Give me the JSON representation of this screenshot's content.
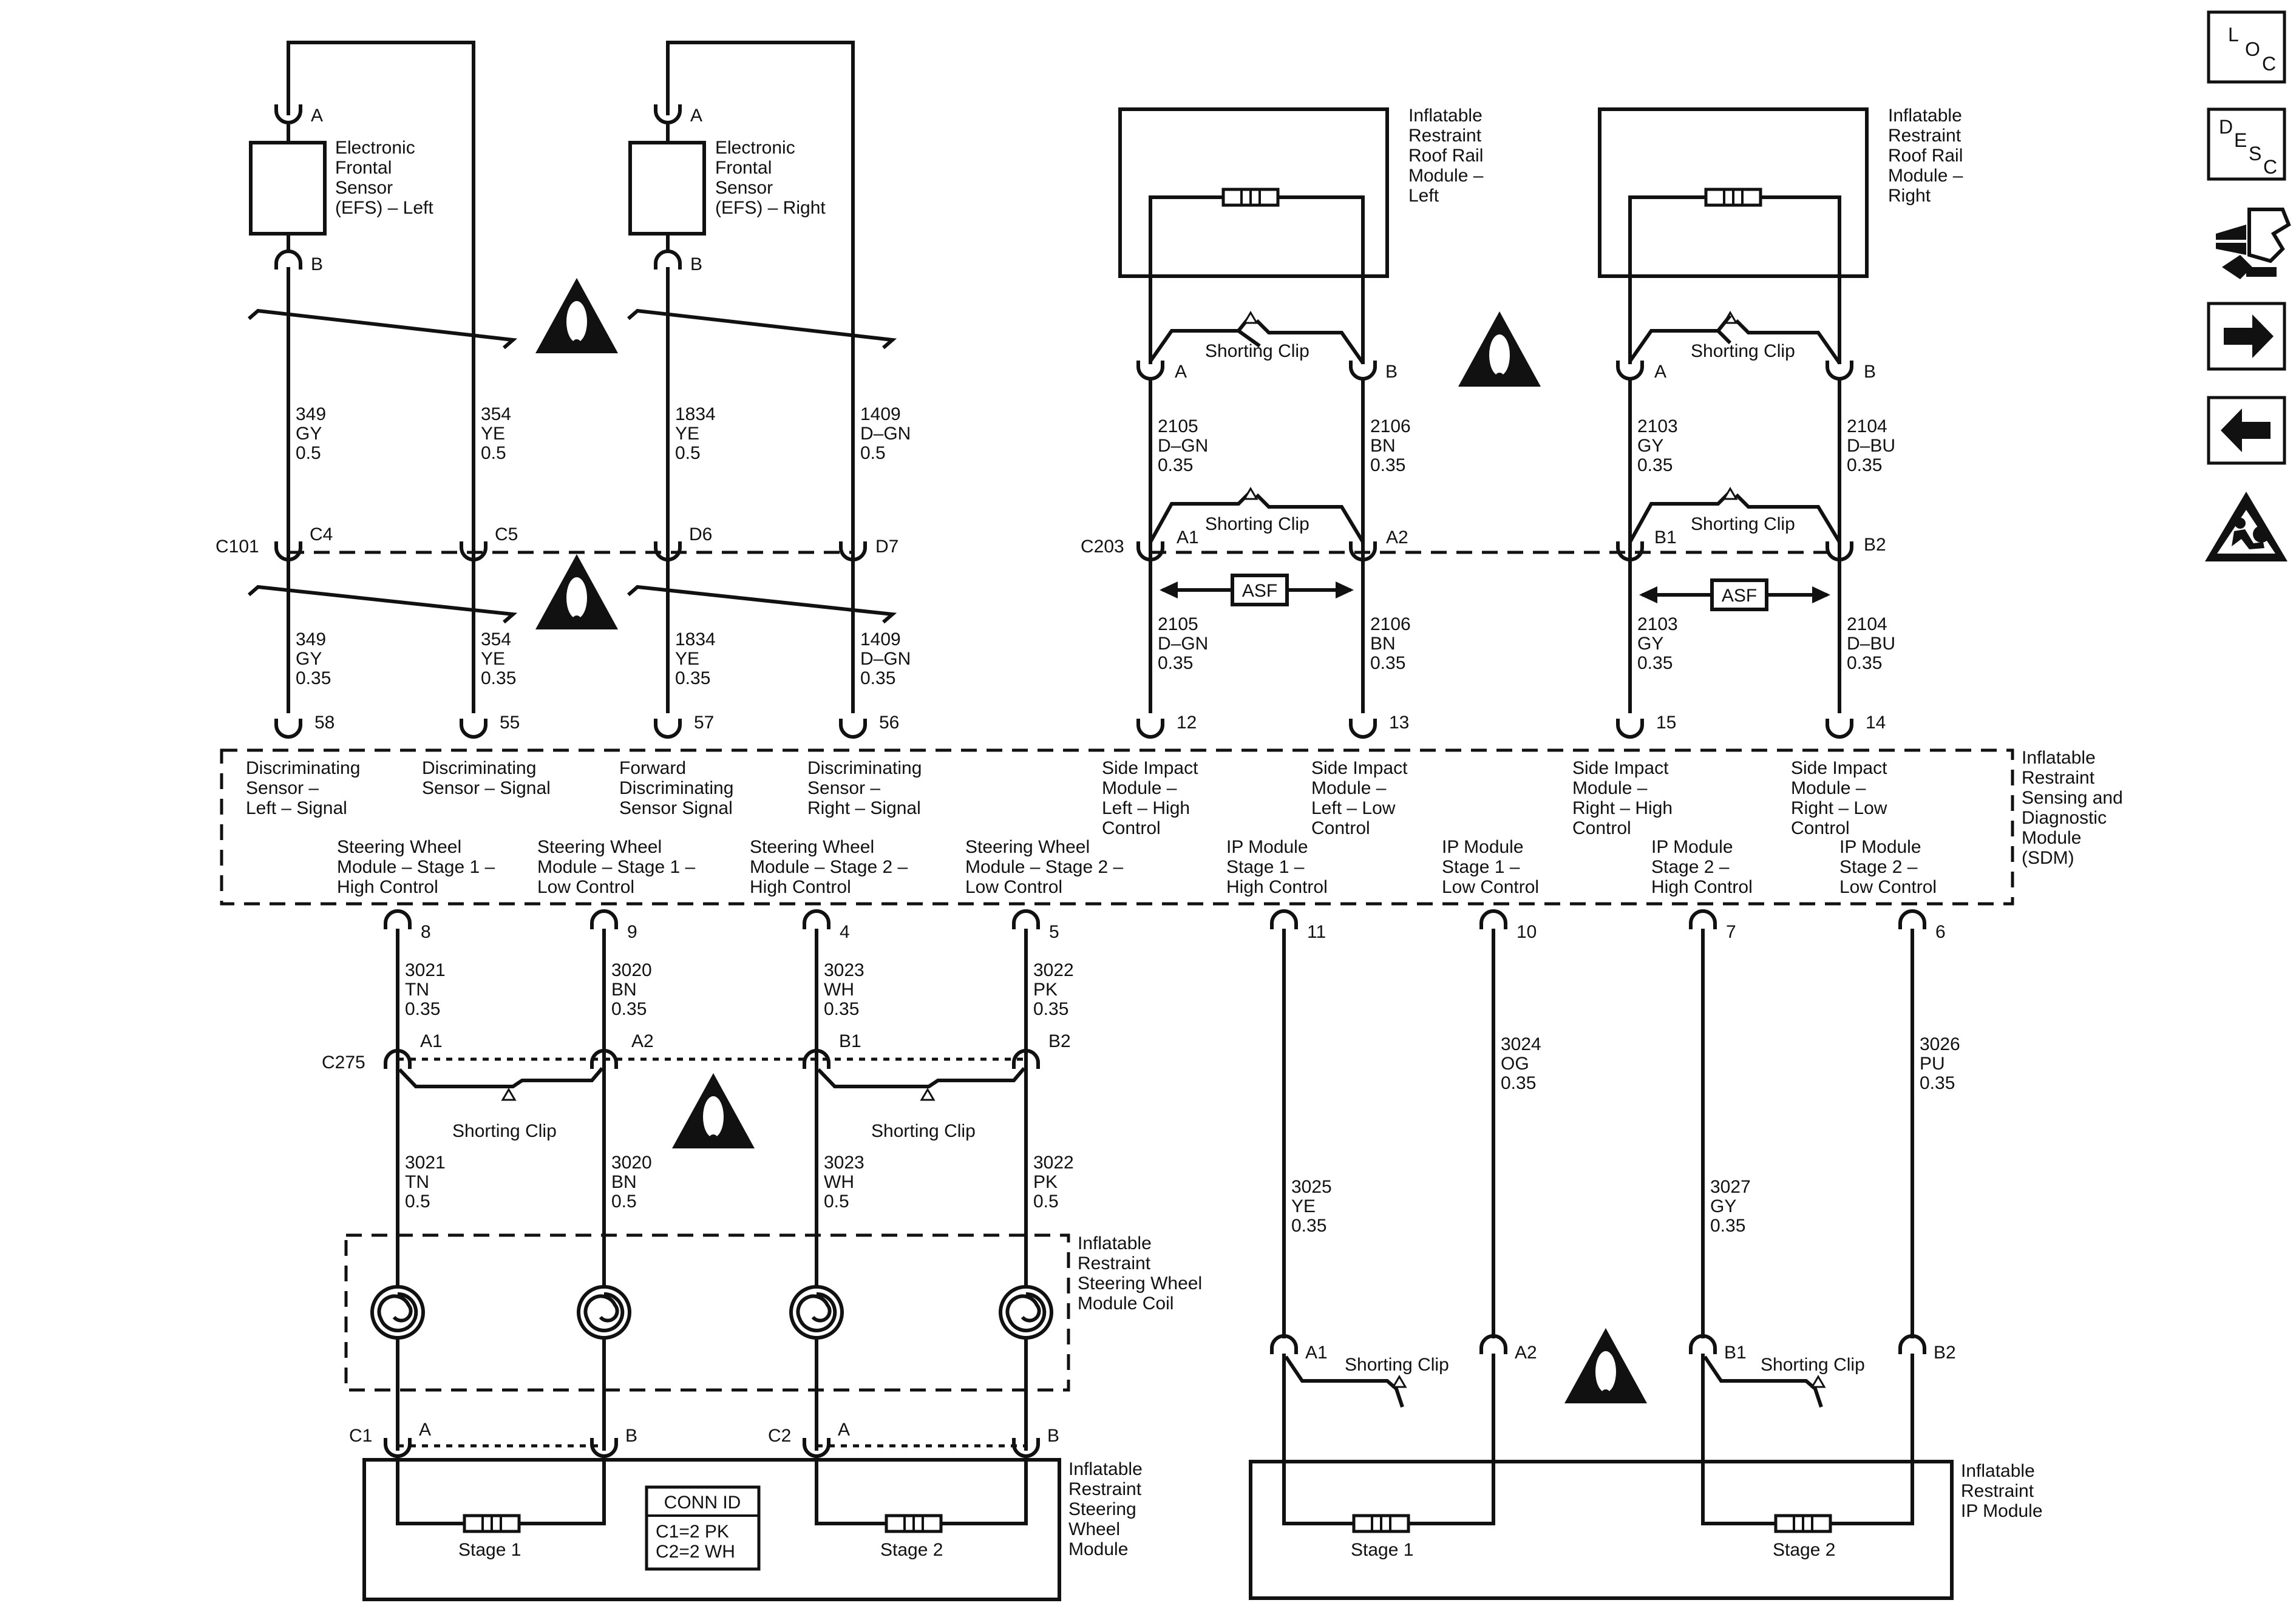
{
  "sensors": {
    "efs_left": [
      "Electronic",
      "Frontal",
      "Sensor",
      "(EFS) – Left"
    ],
    "efs_right": [
      "Electronic",
      "Frontal",
      "Sensor",
      "(EFS) – Right"
    ],
    "pin_a": "A",
    "pin_b": "B"
  },
  "roof_rail": {
    "left": [
      "Inflatable",
      "Restraint",
      "Roof Rail",
      "Module –",
      "Left"
    ],
    "right": [
      "Inflatable",
      "Restraint",
      "Roof Rail",
      "Module –",
      "Right"
    ],
    "shorting_clip": "Shorting Clip",
    "pin_a": "A",
    "pin_b": "B"
  },
  "wires_upper": {
    "w349": [
      "349",
      "GY",
      "0.5"
    ],
    "w354": [
      "354",
      "YE",
      "0.5"
    ],
    "w1834": [
      "1834",
      "YE",
      "0.5"
    ],
    "w1409": [
      "1409",
      "D–GN",
      "0.5"
    ],
    "w2105": [
      "2105",
      "D–GN",
      "0.35"
    ],
    "w2106": [
      "2106",
      "BN",
      "0.35"
    ],
    "w2103": [
      "2103",
      "GY",
      "0.35"
    ],
    "w2104": [
      "2104",
      "D–BU",
      "0.35"
    ]
  },
  "connectors_mid": {
    "c101": "C101",
    "c4": "C4",
    "c5": "C5",
    "d6": "D6",
    "d7": "D7",
    "c203": "C203",
    "a1": "A1",
    "a2": "A2",
    "b1": "B1",
    "b2": "B2",
    "shorting_clip": "Shorting Clip",
    "asf": "ASF"
  },
  "wires_lower": {
    "w349": [
      "349",
      "GY",
      "0.35"
    ],
    "w354": [
      "354",
      "YE",
      "0.35"
    ],
    "w1834": [
      "1834",
      "YE",
      "0.35"
    ],
    "w1409": [
      "1409",
      "D–GN",
      "0.35"
    ],
    "w2105": [
      "2105",
      "D–GN",
      "0.35"
    ],
    "w2106": [
      "2106",
      "BN",
      "0.35"
    ],
    "w2103": [
      "2103",
      "GY",
      "0.35"
    ],
    "w2104": [
      "2104",
      "D–BU",
      "0.35"
    ]
  },
  "sdm_pins_top": [
    "58",
    "55",
    "57",
    "56",
    "12",
    "13",
    "15",
    "14"
  ],
  "sdm": {
    "title": [
      "Inflatable",
      "Restraint",
      "Sensing and",
      "Diagnostic",
      "Module",
      "(SDM)"
    ],
    "top_labels": [
      [
        "Discriminating",
        "Sensor –",
        "Left – Signal"
      ],
      [
        "Discriminating",
        "Sensor – Signal"
      ],
      [
        "Forward",
        "Discriminating",
        "Sensor Signal"
      ],
      [
        "Discriminating",
        "Sensor –",
        "Right – Signal"
      ],
      [
        "Side Impact",
        "Module –",
        "Left – High",
        "Control"
      ],
      [
        "Side Impact",
        "Module –",
        "Left – Low",
        "Control"
      ],
      [
        "Side Impact",
        "Module –",
        "Right – High",
        "Control"
      ],
      [
        "Side Impact",
        "Module –",
        "Right – Low",
        "Control"
      ]
    ],
    "bottom_labels": [
      [
        "Steering Wheel",
        "Module – Stage 1 –",
        "High Control"
      ],
      [
        "Steering Wheel",
        "Module – Stage 1 –",
        "Low Control"
      ],
      [
        "Steering Wheel",
        "Module – Stage 2 –",
        "High Control"
      ],
      [
        "Steering Wheel",
        "Module – Stage 2 –",
        "Low Control"
      ],
      [
        "IP Module",
        "Stage 1 –",
        "High Control"
      ],
      [
        "IP Module",
        "Stage 1 –",
        "Low Control"
      ],
      [
        "IP Module",
        "Stage 2 –",
        "High Control"
      ],
      [
        "IP Module",
        "Stage 2 –",
        "Low Control"
      ]
    ]
  },
  "sdm_pins_bottom": [
    "8",
    "9",
    "4",
    "5",
    "11",
    "10",
    "7",
    "6"
  ],
  "steering_wires_upper": {
    "w3021": [
      "3021",
      "TN",
      "0.35"
    ],
    "w3020": [
      "3020",
      "BN",
      "0.35"
    ],
    "w3023": [
      "3023",
      "WH",
      "0.35"
    ],
    "w3022": [
      "3022",
      "PK",
      "0.35"
    ]
  },
  "c275": {
    "name": "C275",
    "a1": "A1",
    "a2": "A2",
    "b1": "B1",
    "b2": "B2",
    "shorting_clip": "Shorting Clip"
  },
  "steering_wires_lower": {
    "w3021": [
      "3021",
      "TN",
      "0.5"
    ],
    "w3020": [
      "3020",
      "BN",
      "0.5"
    ],
    "w3023": [
      "3023",
      "WH",
      "0.5"
    ],
    "w3022": [
      "3022",
      "PK",
      "0.5"
    ]
  },
  "coil": {
    "label": [
      "Inflatable",
      "Restraint",
      "Steering Wheel",
      "Module Coil"
    ]
  },
  "steering_module": {
    "c1": "C1",
    "c2": "C2",
    "pin_a": "A",
    "pin_b": "B",
    "stage1": "Stage 1",
    "stage2": "Stage 2",
    "conn_id_title": "CONN ID",
    "conn_id_lines": [
      "C1=2 PK",
      "C2=2 WH"
    ],
    "label": [
      "Inflatable",
      "Restraint",
      "Steering",
      "Wheel",
      "Module"
    ]
  },
  "ip_wires_upper": {
    "w3024": [
      "3024",
      "OG",
      "0.35"
    ],
    "w3026": [
      "3026",
      "PU",
      "0.35"
    ]
  },
  "ip_wires_lower": {
    "w3025": [
      "3025",
      "YE",
      "0.35"
    ],
    "w3027": [
      "3027",
      "GY",
      "0.35"
    ]
  },
  "ip_module": {
    "a1": "A1",
    "a2": "A2",
    "b1": "B1",
    "b2": "B2",
    "shorting_clip": "Shorting Clip",
    "stage1": "Stage 1",
    "stage2": "Stage 2",
    "label": [
      "Inflatable",
      "Restraint",
      "IP Module"
    ]
  },
  "sidebar": {
    "loc": [
      "L",
      "O",
      "C"
    ],
    "desc": [
      "D",
      "E",
      "S",
      "C"
    ],
    "icons": [
      "loc-icon",
      "desc-icon",
      "connector-repair-icon",
      "next-arrow-icon",
      "previous-arrow-icon",
      "airbag-warning-icon"
    ]
  }
}
